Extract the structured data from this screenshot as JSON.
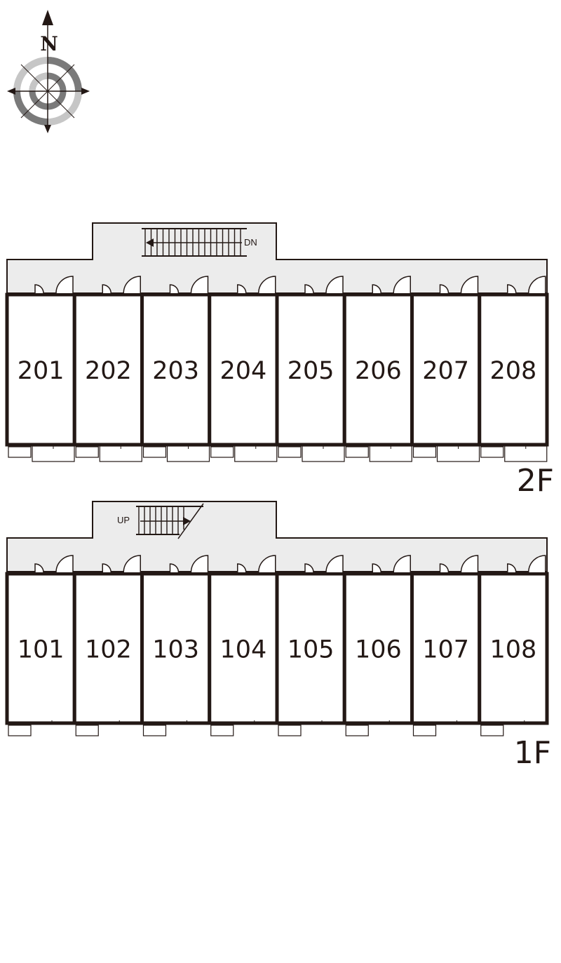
{
  "compass": {
    "north_label": "N"
  },
  "floors": [
    {
      "id": "2F",
      "label": "2F",
      "stair_label": "DN",
      "units": [
        "201",
        "202",
        "203",
        "204",
        "205",
        "206",
        "207",
        "208"
      ]
    },
    {
      "id": "1F",
      "label": "1F",
      "stair_label": "UP",
      "units": [
        "101",
        "102",
        "103",
        "104",
        "105",
        "106",
        "107",
        "108"
      ]
    }
  ],
  "colors": {
    "corridor": "#ececec",
    "wall": "#231815",
    "compass_dark": "#7a7a7a",
    "compass_light": "#c6c6c6"
  }
}
